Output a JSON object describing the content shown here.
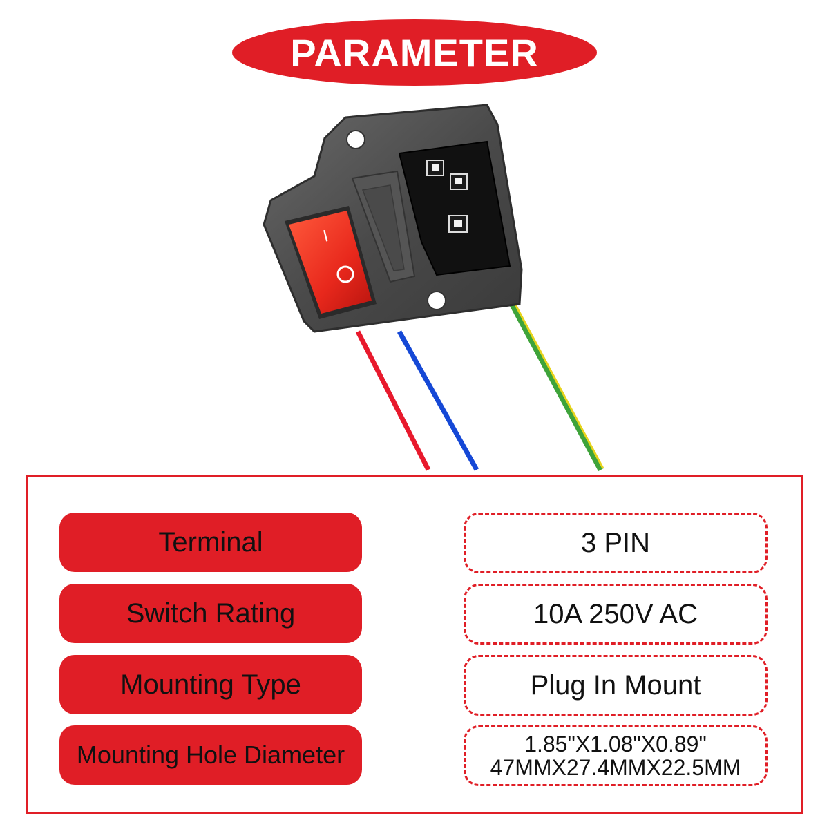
{
  "banner": {
    "title": "PARAMETER"
  },
  "product": {
    "switch_on_mark": "I",
    "switch_off_mark": "O",
    "wire_colors": {
      "red": "#e8192c",
      "blue": "#1548d6",
      "green": "#3ea33a",
      "yellow": "#e8d41c"
    }
  },
  "specs": [
    {
      "label": "Terminal",
      "value": [
        "3 PIN"
      ]
    },
    {
      "label": "Switch Rating",
      "value": [
        "10A 250V AC"
      ]
    },
    {
      "label": "Mounting Type",
      "value": [
        "Plug In Mount"
      ]
    },
    {
      "label": "Mounting Hole Diameter",
      "value": [
        "1.85\"X1.08\"X0.89\"",
        "47MMX27.4MMX22.5MM"
      ]
    }
  ],
  "colors": {
    "accent": "#e01e26"
  }
}
